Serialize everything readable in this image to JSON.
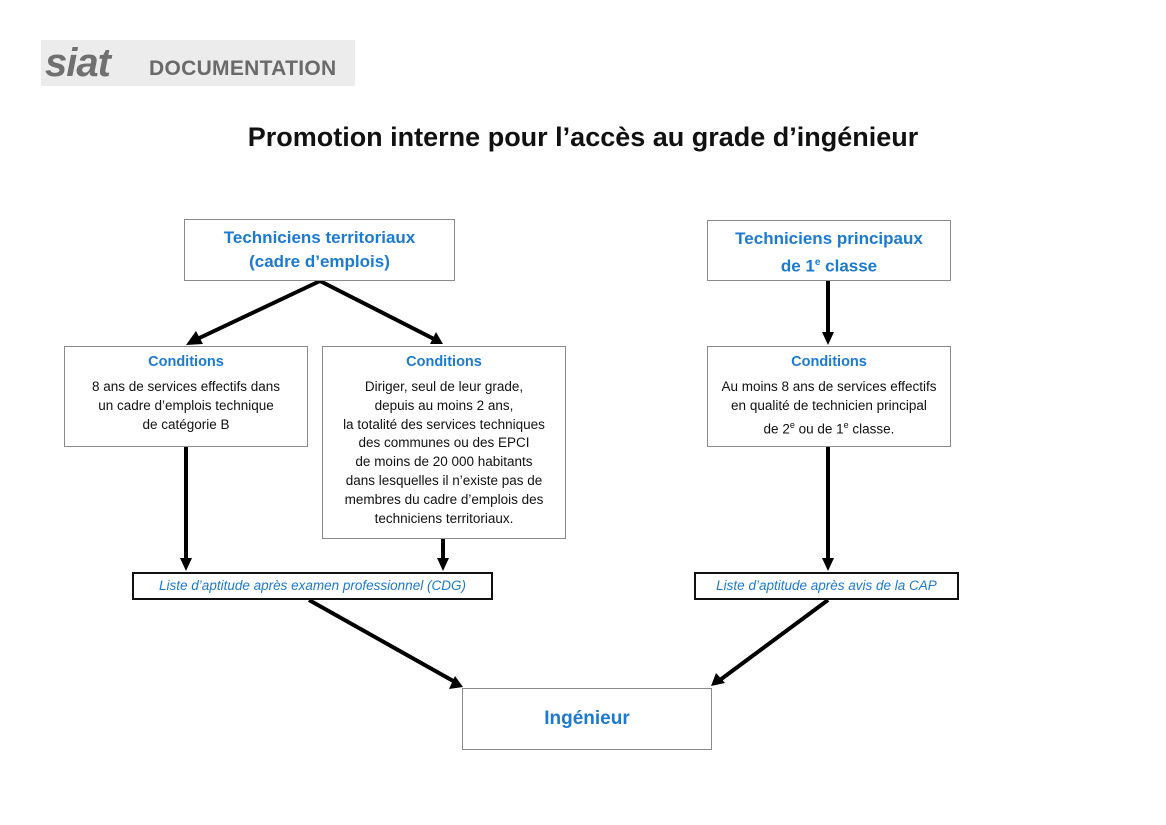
{
  "logo": {
    "mark": "siat",
    "text": "DOCUMENTATION"
  },
  "title": "Promotion interne pour l’accès au grade d’ingénieur",
  "source_left": {
    "line1": "Techniciens territoriaux",
    "line2": "(cadre d’emplois)"
  },
  "source_right": {
    "line1": "Techniciens principaux",
    "line2_prefix": "de 1",
    "line2_sup": "e",
    "line2_suffix": " classe"
  },
  "cond1": {
    "title": "Conditions",
    "lines": [
      "8 ans de services effectifs dans",
      "un cadre d’emplois technique",
      "de catégorie B"
    ]
  },
  "cond2": {
    "title": "Conditions",
    "lines": [
      "Diriger, seul de leur grade,",
      "depuis au moins 2 ans,",
      "la totalité des services techniques",
      "des communes ou des EPCI",
      "de moins de 20 000 habitants",
      "dans lesquelles il n’existe pas de",
      "membres du cadre d’emplois des",
      "techniciens territoriaux."
    ]
  },
  "cond3": {
    "title": "Conditions",
    "line1": "Au moins 8 ans de services effectifs",
    "line2": "en qualité de technicien principal",
    "line3_a": "de 2",
    "line3_sup1": "e",
    "line3_b": " ou de 1",
    "line3_sup2": "e",
    "line3_c": " classe."
  },
  "list_left": "Liste d’aptitude après examen professionnel (CDG)",
  "list_right": "Liste d’aptitude après avis de la CAP",
  "target": "Ingénieur",
  "colors": {
    "accent": "#1b7ad1",
    "border": "#8a8a8a",
    "arrow": "#000000"
  }
}
